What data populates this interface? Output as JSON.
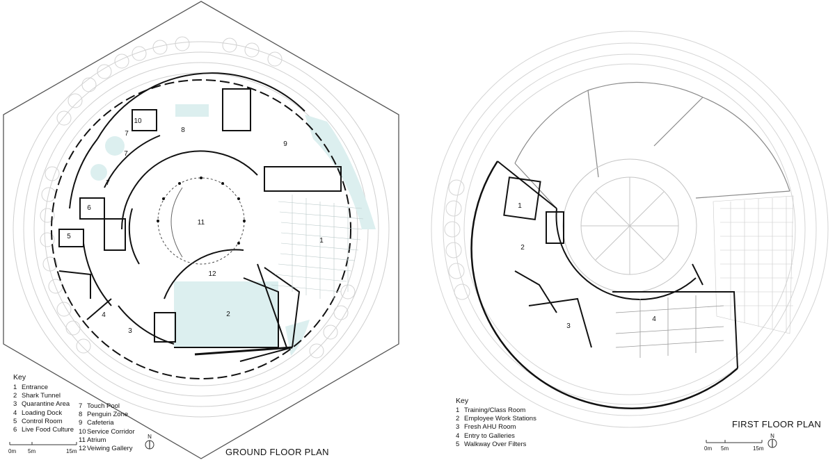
{
  "ground_plan": {
    "title": "GROUND FLOOR PLAN",
    "key_title": "Key",
    "key_col1": [
      {
        "num": "1",
        "label": "Entrance"
      },
      {
        "num": "2",
        "label": "Shark Tunnel"
      },
      {
        "num": "3",
        "label": "Quarantine Area"
      },
      {
        "num": "4",
        "label": "Loading Dock"
      },
      {
        "num": "5",
        "label": "Control Room"
      },
      {
        "num": "6",
        "label": "Live Food Culture"
      }
    ],
    "key_col2": [
      {
        "num": "7",
        "label": "Touch Pool"
      },
      {
        "num": "8",
        "label": "Penguin Zone"
      },
      {
        "num": "9",
        "label": "Cafeteria"
      },
      {
        "num": "10",
        "label": "Service Corridor"
      },
      {
        "num": "11",
        "label": "Atrium"
      },
      {
        "num": "12",
        "label": "Veiwing Gallery"
      }
    ],
    "room_labels": {
      "r1": "1",
      "r2": "2",
      "r3": "3",
      "r4": "4",
      "r5": "5",
      "r6": "6",
      "r7a": "7",
      "r7b": "7",
      "r7c": "7",
      "r8": "8",
      "r9": "9",
      "r10": "10",
      "r11": "11",
      "r12": "12"
    },
    "scale": {
      "s0": "0m",
      "s1": "5m",
      "s2": "15m"
    },
    "north": "N"
  },
  "first_plan": {
    "title": "FIRST FLOOR PLAN",
    "key_title": "Key",
    "key": [
      {
        "num": "1",
        "label": "Training/Class Room"
      },
      {
        "num": "2",
        "label": "Employee Work Stations"
      },
      {
        "num": "3",
        "label": "Fresh AHU Room"
      },
      {
        "num": "4",
        "label": "Entry to Galleries"
      },
      {
        "num": "5",
        "label": "Walkway Over Filters"
      }
    ],
    "room_labels": {
      "r1": "1",
      "r2": "2",
      "r3": "3",
      "r4": "4"
    },
    "scale": {
      "s0": "0m",
      "s1": "5m",
      "s2": "15m"
    },
    "north": "N"
  },
  "colors": {
    "water": "#dcefef",
    "wall": "#111111",
    "faint": "#c8c8c8"
  }
}
